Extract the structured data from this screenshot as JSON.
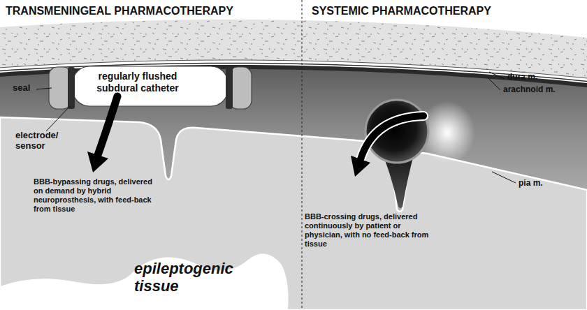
{
  "diagram": {
    "nodes": [
      {
        "text": [
          "regularly flushed subdural catheter"
        ]
      }
    ],
    "labels": [
      "TRANSMENINGEAL PHARMACOTHERAPY",
      "SYSTEMIC PHARMACOTHERAPY",
      "seal",
      "electrode/ sensor",
      "BBB-bypassing drugs, delivered on demand by hybrid neuroprosthesis, with feed-back from tissue",
      "epileptogenic tissue",
      "BBB-crossing drugs, delivered continuously by patient or physician, with no feed-back from tissue",
      "dura m.",
      "arachnoid m.",
      "pia m."
    ]
  }
}
